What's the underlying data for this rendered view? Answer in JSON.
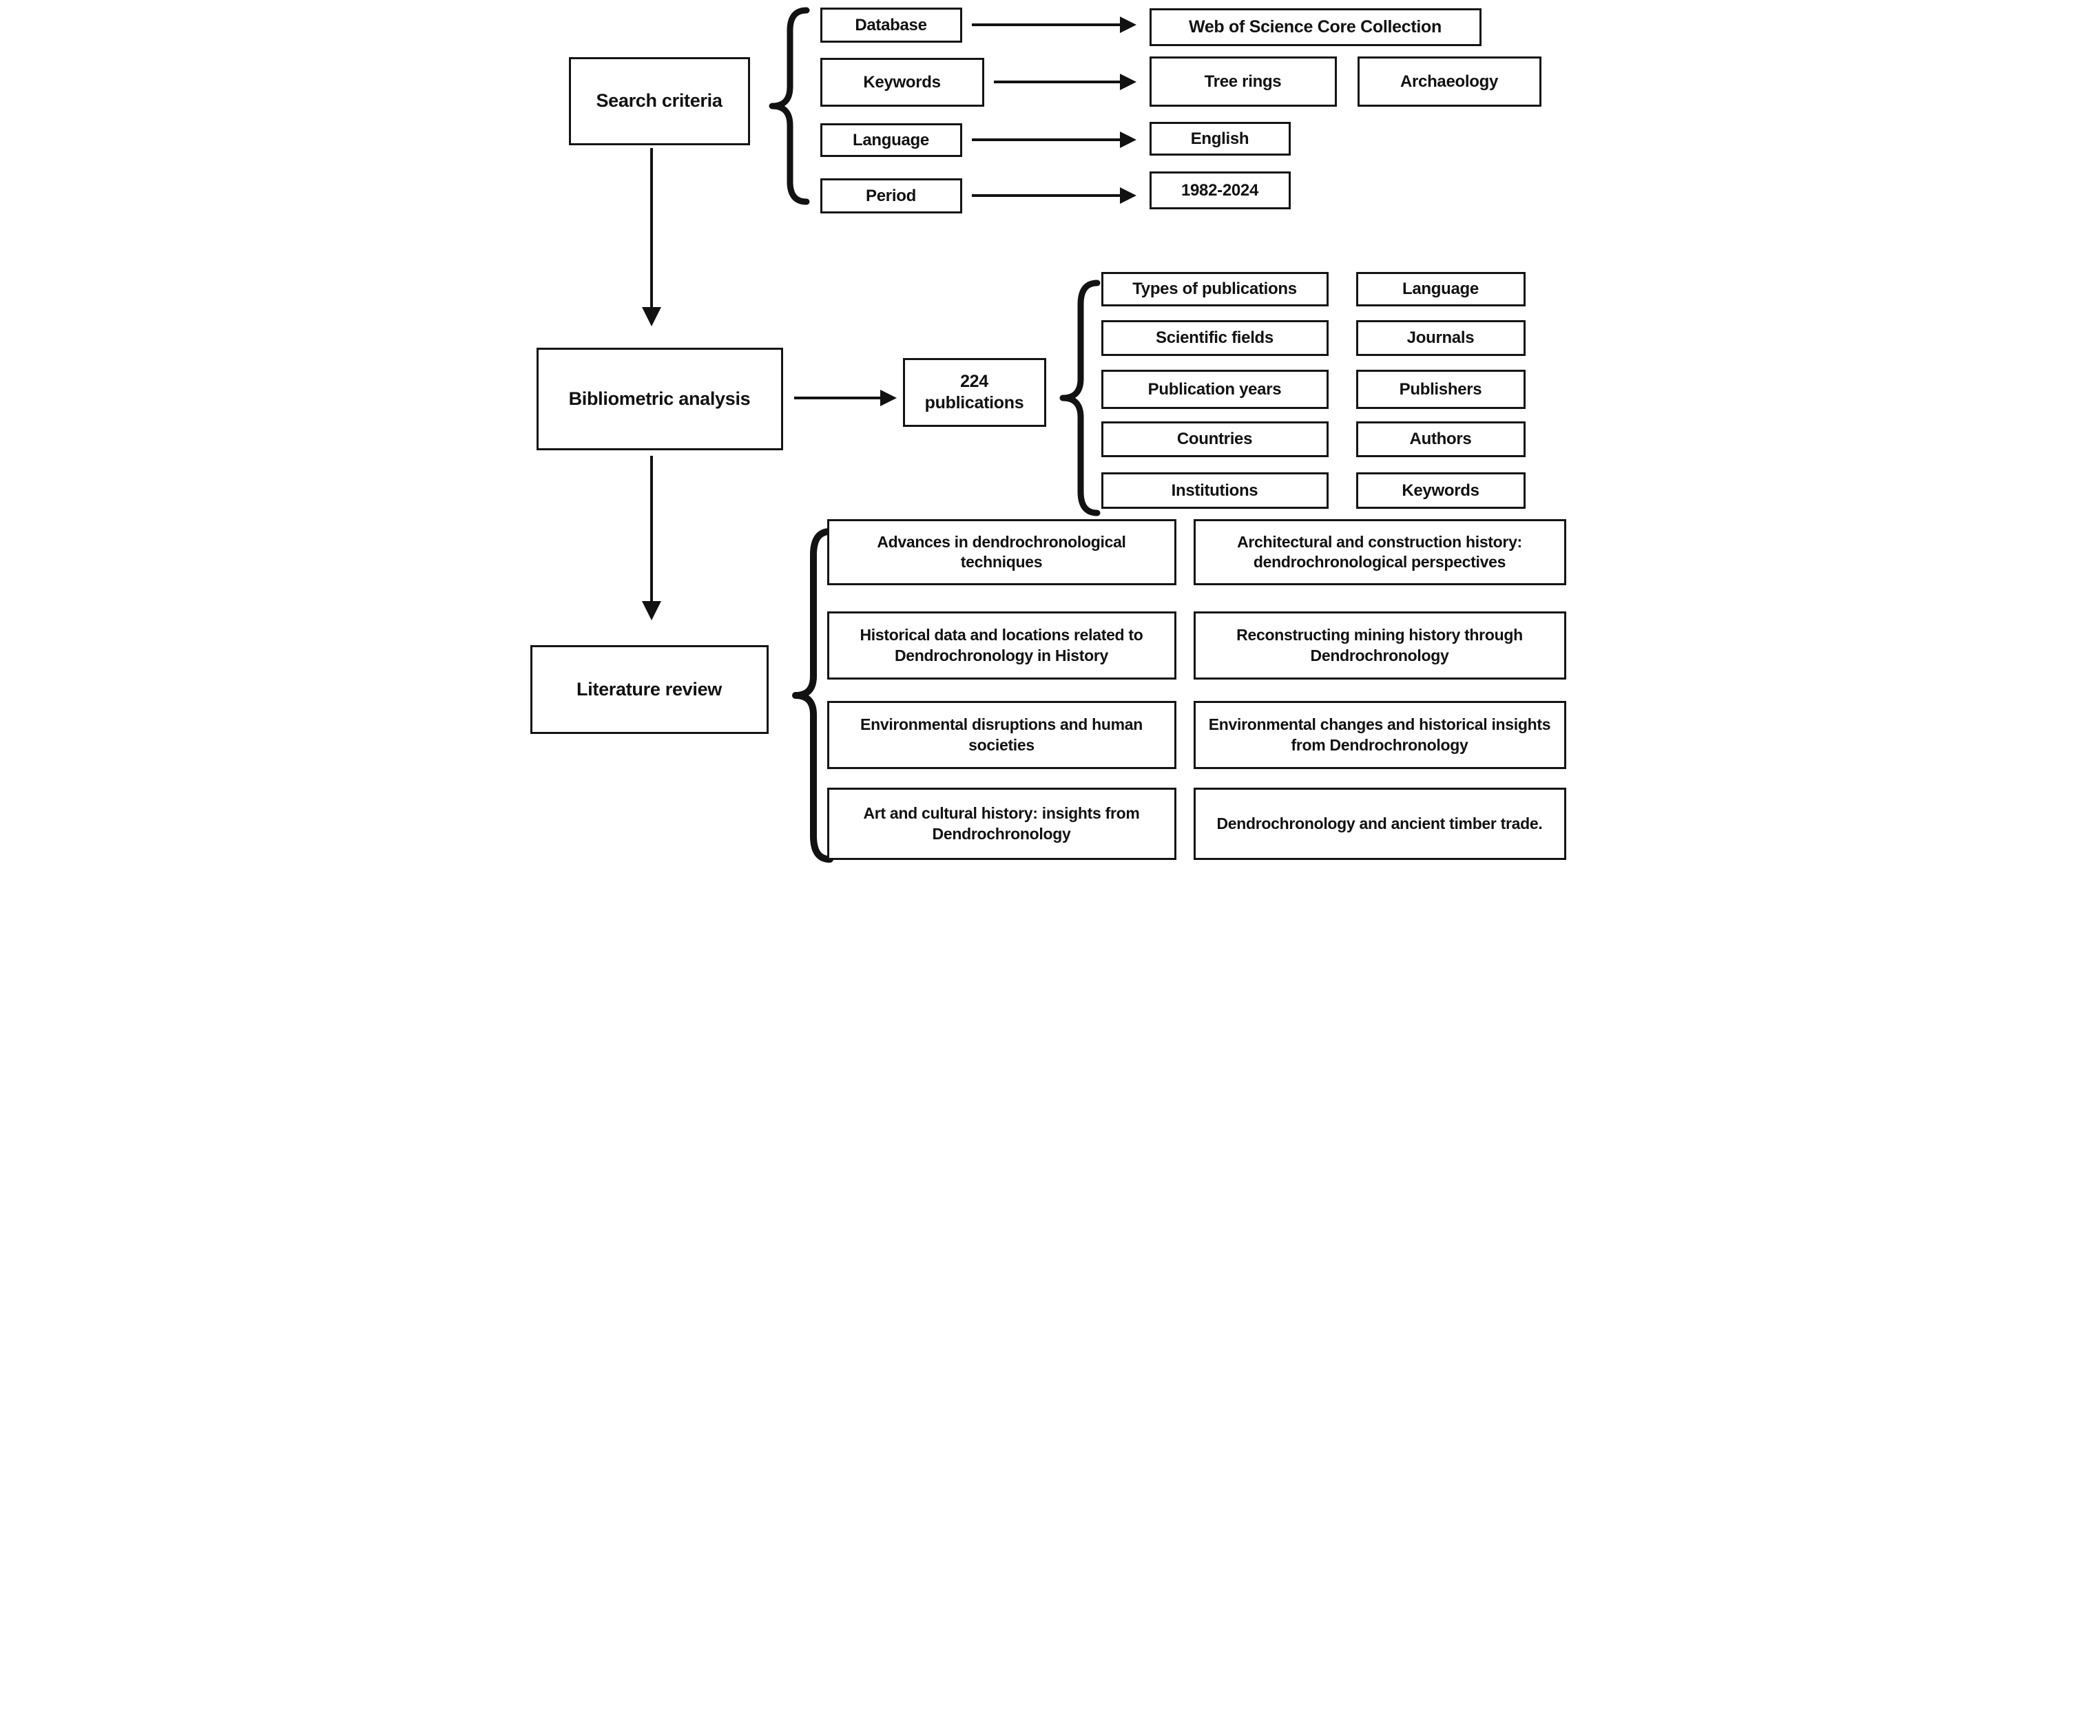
{
  "palette": {
    "ink": "#111111",
    "background": "#ffffff"
  },
  "search": {
    "title": "Search criteria",
    "rows": [
      {
        "label": "Database",
        "value": "Web of Science Core Collection"
      },
      {
        "label": "Keywords",
        "value": "Tree rings",
        "value2": "Archaeology"
      },
      {
        "label": "Language",
        "value": "English"
      },
      {
        "label": "Period",
        "value": "1982-2024"
      }
    ]
  },
  "bibliometric": {
    "title": "Bibliometric analysis",
    "result": "224\npublications",
    "aspects_left": [
      "Types of publications",
      "Scientific fields",
      "Publication years",
      "Countries",
      "Institutions"
    ],
    "aspects_right": [
      "Language",
      "Journals",
      "Publishers",
      "Authors",
      "Keywords"
    ]
  },
  "literature": {
    "title": "Literature review",
    "topics_left": [
      "Advances in dendrochronological techniques",
      "Historical data and locations related to Dendrochronology in History",
      "Environmental disruptions and human societies",
      "Art and cultural history: insights from Dendrochronology"
    ],
    "topics_right": [
      "Architectural and construction history: dendrochronological perspectives",
      "Reconstructing mining history through Dendrochronology",
      "Environmental changes and historical insights from Dendrochronology",
      "Dendrochronology and ancient timber trade."
    ]
  }
}
